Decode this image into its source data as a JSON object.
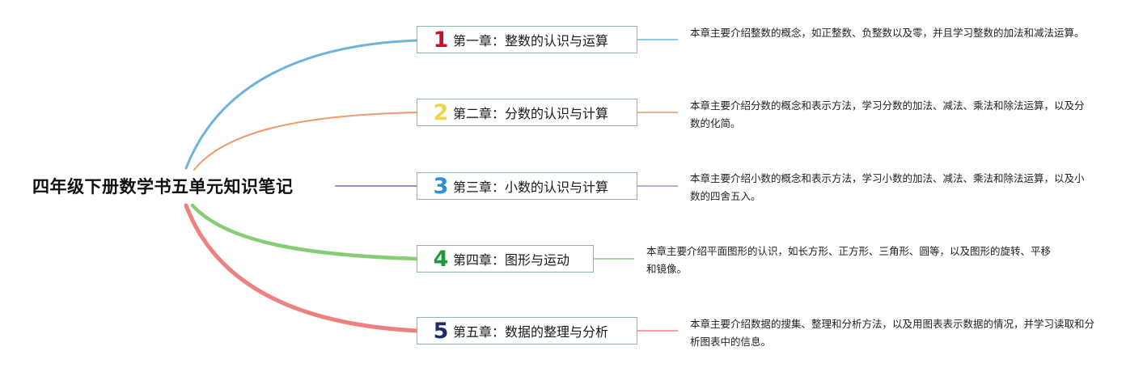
{
  "root": {
    "title": "四年级下册数学书五单元知识笔记"
  },
  "chapters": [
    {
      "number": "1",
      "color": "#c8102e",
      "branch_color": "#6fb3d9",
      "title": "第一章：整数的认识与运算",
      "note": "本章主要介绍整数的概念，如正整数、负整数以及零，并且学习整数的加法和减法运算。"
    },
    {
      "number": "2",
      "color": "#f0d44a",
      "branch_color": "#ee9a6a",
      "title": "第二章：分数的认识与计算",
      "note": "本章主要介绍分数的概念和表示方法，学习分数的加法、减法、乘法和除法运算，以及分数的化简。"
    },
    {
      "number": "3",
      "color": "#2a8fd6",
      "branch_color": "#a58bc8",
      "title": "第三章：小数的认识与计算",
      "note": "本章主要介绍小数的概念和表示方法，学习小数的加法、减法、乘法和除法运算，以及小数的四舍五入。"
    },
    {
      "number": "4",
      "color": "#1f9a3a",
      "branch_color": "#86cd74",
      "title": "第四章：图形与运动",
      "note": "本章主要介绍平面图形的认识，如长方形、正方形、三角形、圆等，以及图形的旋转、平移和镜像。"
    },
    {
      "number": "5",
      "color": "#1c2a6e",
      "branch_color": "#ef8080",
      "title": "第五章：数据的整理与分析",
      "note": "本章主要介绍数据的搜集、整理和分析方法，以及用图表表示数据的情况，并学习读取和分析图表中的信息。"
    }
  ]
}
